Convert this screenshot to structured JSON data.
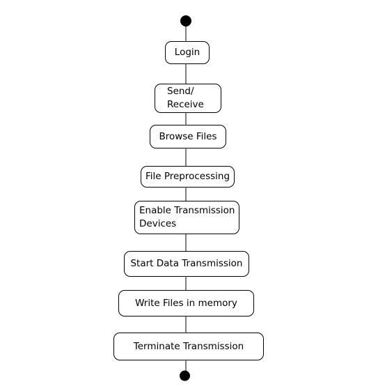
{
  "diagram": {
    "type": "activity",
    "start_node": "initial",
    "end_node": "final",
    "colors": {
      "line": "#000000",
      "node_fill": "#ffffff",
      "terminal_fill": "#000000",
      "background": "#ffffff"
    },
    "steps": [
      "Login",
      "Send/\nReceive",
      "Browse Files",
      "File Preprocessing",
      "Enable Transmission\n    Devices",
      "Start Data Transmission",
      "Write Files in memory",
      "Terminate Transmission"
    ]
  }
}
